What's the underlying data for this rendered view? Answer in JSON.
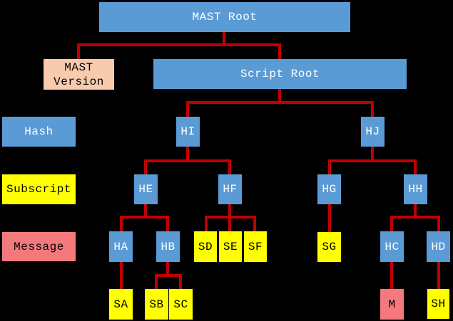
{
  "nodes": {
    "mast_root": "MAST Root",
    "mast_version": "MAST Version",
    "script_root": "Script Root",
    "hash_legend": "Hash",
    "subscript_legend": "Subscript",
    "message_legend": "Message",
    "hi": "HI",
    "hj": "HJ",
    "he": "HE",
    "hf": "HF",
    "hg": "HG",
    "hh": "HH",
    "ha": "HA",
    "hb": "HB",
    "sd": "SD",
    "se": "SE",
    "sf": "SF",
    "sg": "SG",
    "hc": "HC",
    "hd": "HD",
    "sa": "SA",
    "sb": "SB",
    "sc": "SC",
    "m": "M",
    "sh": "SH"
  },
  "edges": [
    {
      "from": "MAST Root",
      "to": "MAST Version"
    },
    {
      "from": "MAST Root",
      "to": "Script Root"
    },
    {
      "from": "Script Root",
      "to": "HI"
    },
    {
      "from": "Script Root",
      "to": "HJ"
    },
    {
      "from": "HI",
      "to": "HE"
    },
    {
      "from": "HI",
      "to": "HF"
    },
    {
      "from": "HJ",
      "to": "HG"
    },
    {
      "from": "HJ",
      "to": "HH"
    },
    {
      "from": "HE",
      "to": "HA"
    },
    {
      "from": "HE",
      "to": "HB"
    },
    {
      "from": "HF",
      "to": "SD"
    },
    {
      "from": "HF",
      "to": "SE"
    },
    {
      "from": "HF",
      "to": "SF"
    },
    {
      "from": "HG",
      "to": "SG"
    },
    {
      "from": "HH",
      "to": "HC"
    },
    {
      "from": "HH",
      "to": "HD"
    },
    {
      "from": "HA",
      "to": "SA"
    },
    {
      "from": "HB",
      "to": "SB"
    },
    {
      "from": "HB",
      "to": "SC"
    },
    {
      "from": "HC",
      "to": "M"
    },
    {
      "from": "HD",
      "to": "SH"
    }
  ],
  "colors": {
    "background": "#000000",
    "hash_fill": "#5B9BD5",
    "subscript_fill": "#FFFF00",
    "message_fill": "#F4797D",
    "version_fill": "#F8CBAD",
    "edge": "#C00000",
    "text_on_hash": "#FFFFFF",
    "text_on_light": "#000000"
  }
}
